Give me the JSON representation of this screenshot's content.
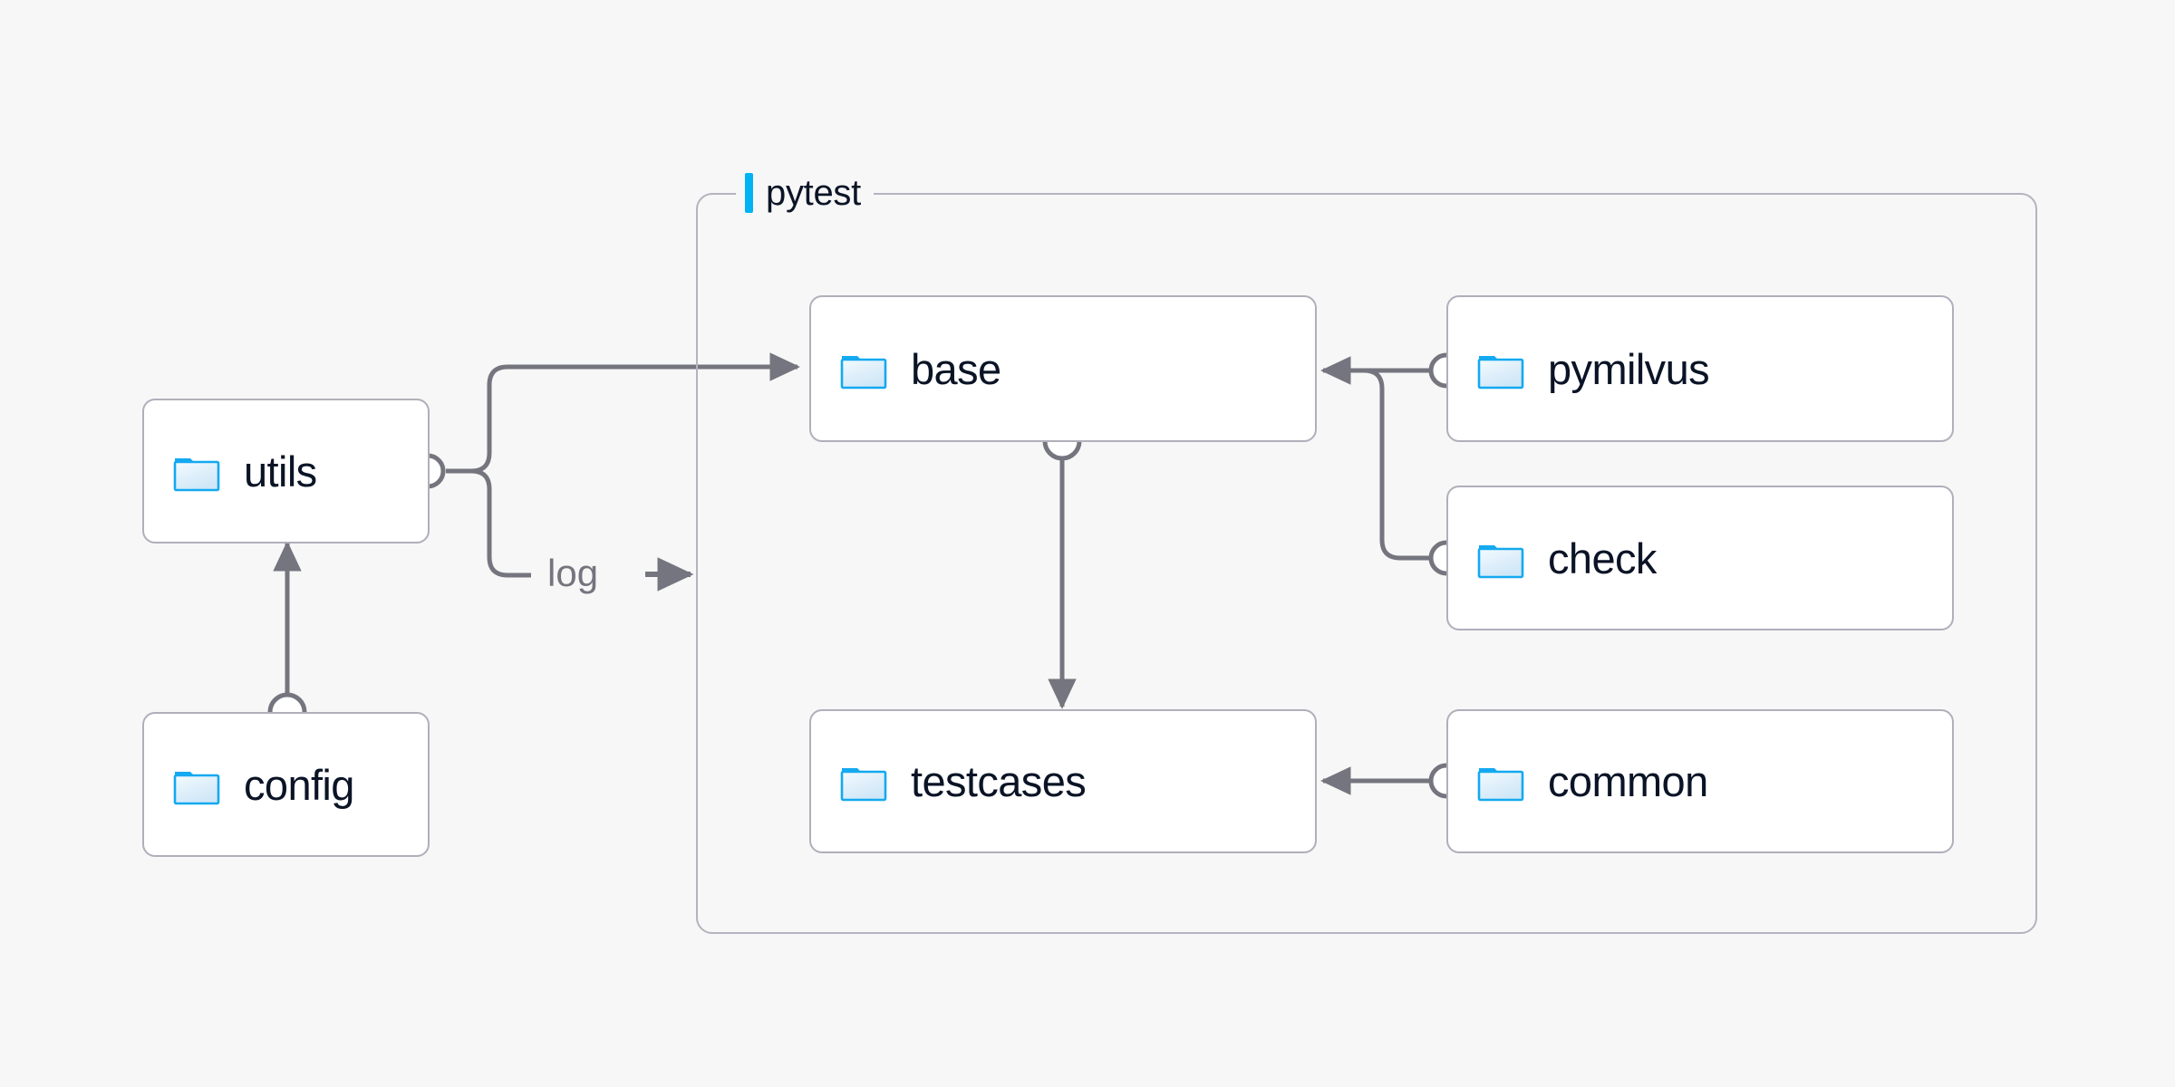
{
  "diagram": {
    "title_bar_color": "#00b3f5",
    "background_color": "#f7f7f7",
    "node_border_color": "#b0afbb",
    "edge_color": "#75757f",
    "label_color": "#0b1426",
    "group": {
      "label": "pytest",
      "icon": "accent-bar"
    },
    "nodes": [
      {
        "id": "utils",
        "label": "utils",
        "icon": "folder-icon"
      },
      {
        "id": "config",
        "label": "config",
        "icon": "folder-icon"
      },
      {
        "id": "base",
        "label": "base",
        "icon": "folder-icon"
      },
      {
        "id": "testcases",
        "label": "testcases",
        "icon": "folder-icon"
      },
      {
        "id": "pymilvus",
        "label": "pymilvus",
        "icon": "folder-icon"
      },
      {
        "id": "check",
        "label": "check",
        "icon": "folder-icon"
      },
      {
        "id": "common",
        "label": "common",
        "icon": "folder-icon"
      }
    ],
    "edges": [
      {
        "from": "config",
        "to": "utils",
        "label": ""
      },
      {
        "from": "utils",
        "to": "base",
        "label": ""
      },
      {
        "from": "utils",
        "to": "pytest",
        "label": "log"
      },
      {
        "from": "base",
        "to": "testcases",
        "label": ""
      },
      {
        "from": "pymilvus",
        "to": "base",
        "label": ""
      },
      {
        "from": "check",
        "to": "base",
        "label": ""
      },
      {
        "from": "common",
        "to": "testcases",
        "label": ""
      }
    ],
    "edge_labels": {
      "log": "log"
    }
  }
}
